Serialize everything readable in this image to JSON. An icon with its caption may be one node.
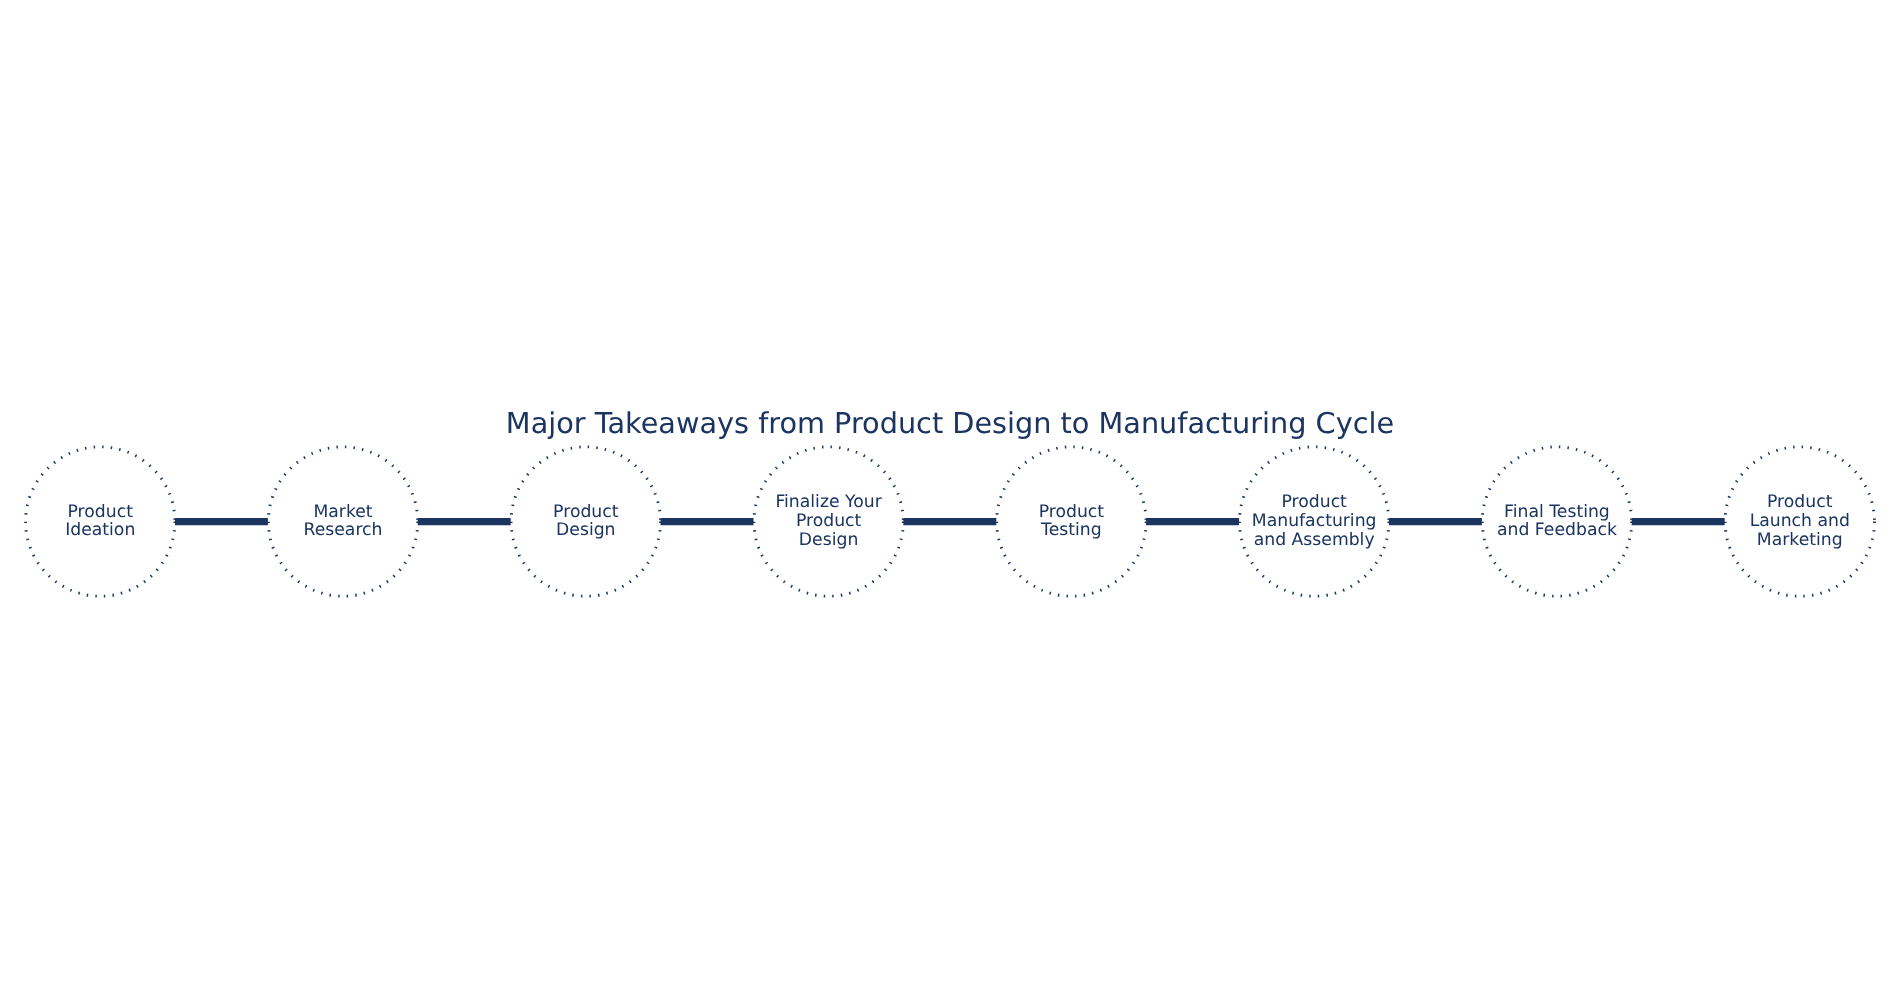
{
  "diagram": {
    "title": "Major Takeaways from Product Design to Manufacturing Cycle",
    "nodes": [
      {
        "text": [
          "Product Ideation"
        ]
      },
      {
        "text": [
          "Market Research"
        ]
      },
      {
        "text": [
          "Product Design"
        ]
      },
      {
        "text": [
          "Finalize Your Product Design"
        ]
      },
      {
        "text": [
          "Product Testing"
        ]
      },
      {
        "text": [
          "Product Manufacturing and Assembly"
        ]
      },
      {
        "text": [
          "Final Testing and Feedback"
        ]
      },
      {
        "text": [
          "Product Launch and Marketing"
        ]
      }
    ],
    "edges": [
      {
        "from": 0,
        "to": 1,
        "arrow": "none"
      },
      {
        "from": 1,
        "to": 2,
        "arrow": "none"
      },
      {
        "from": 2,
        "to": 3,
        "arrow": "none"
      },
      {
        "from": 3,
        "to": 4,
        "arrow": "none"
      },
      {
        "from": 4,
        "to": 5,
        "arrow": "none"
      },
      {
        "from": 5,
        "to": 6,
        "arrow": "none"
      },
      {
        "from": 6,
        "to": 7,
        "arrow": "none"
      }
    ]
  }
}
